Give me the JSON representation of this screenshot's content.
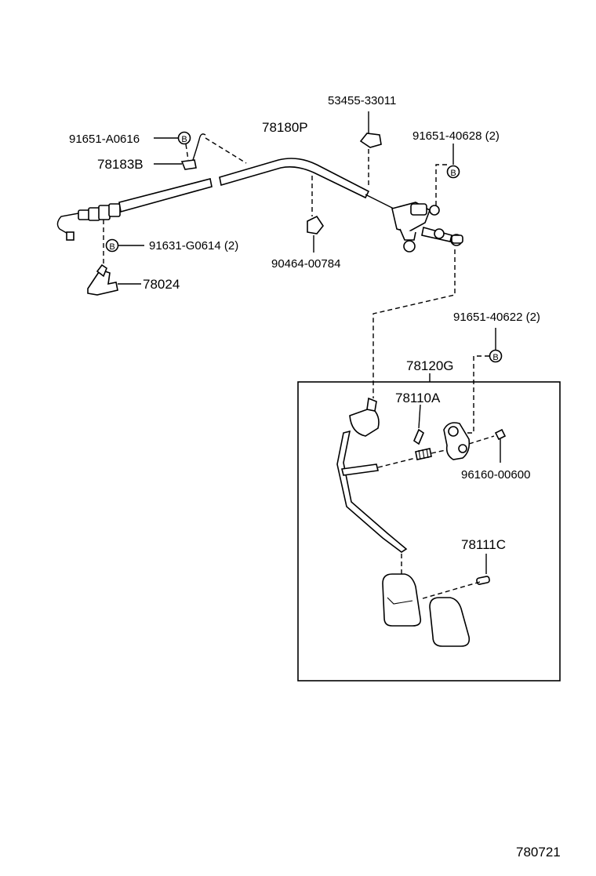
{
  "labels": {
    "p91651A0616": "91651-A0616",
    "p78183B": "78183B",
    "p78180P": "78180P",
    "p5345533011": "53455-33011",
    "p9165140628": "91651-40628 (2)",
    "p91631G0614": "91631-G0614 (2)",
    "p78024": "78024",
    "p9046400784": "90464-00784",
    "p9165140622": "91651-40622 (2)",
    "p78120G": "78120G",
    "p78110A": "78110A",
    "p9616000600": "96160-00600",
    "p78111C": "78111C"
  },
  "bolt_symbol": "B",
  "figure_number": "780721"
}
